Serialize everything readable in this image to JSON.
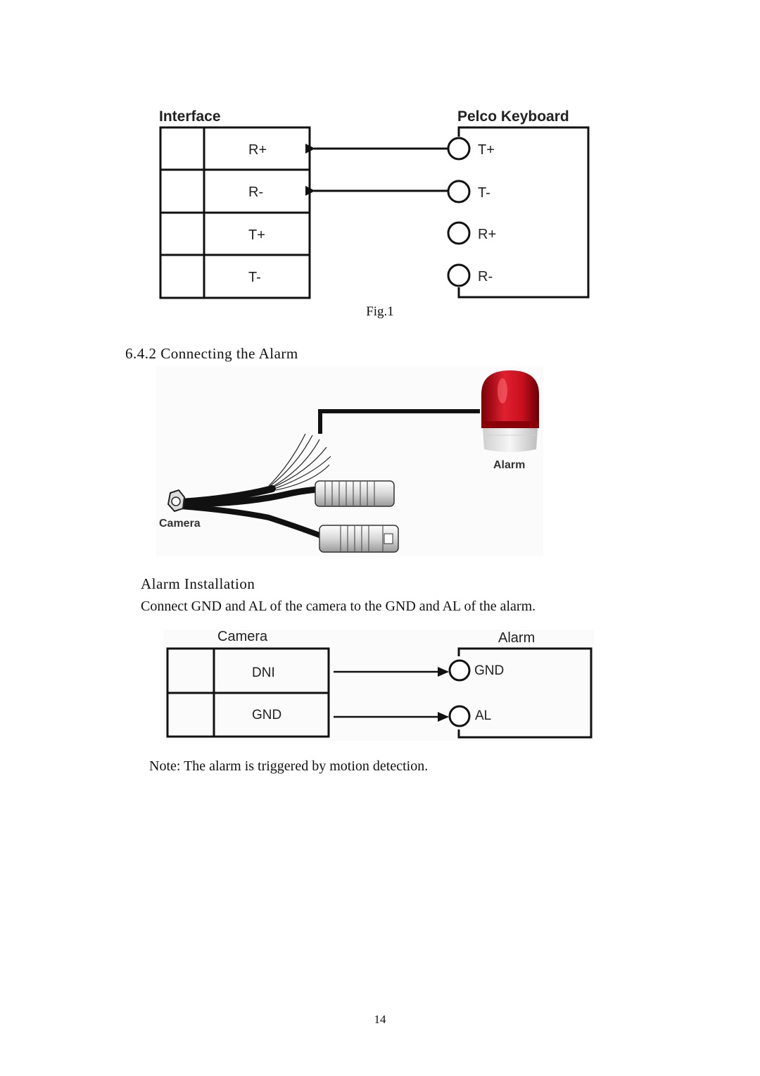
{
  "fig1": {
    "interface_title": "Interface",
    "keyboard_title": "Pelco Keyboard",
    "interface_pins": [
      "R+",
      "R-",
      "T+",
      "T-"
    ],
    "keyboard_pins": [
      "T+",
      "T-",
      "R+",
      "R-"
    ],
    "caption": "Fig.1"
  },
  "section": {
    "heading": "6.4.2 Connecting the Alarm"
  },
  "photo": {
    "alarm_label": "Alarm",
    "camera_label": "Camera"
  },
  "installation": {
    "heading": "Alarm Installation",
    "text": "Connect GND and AL of the camera to the GND and AL of the alarm."
  },
  "fig2": {
    "camera_title": "Camera",
    "alarm_title": "Alarm",
    "camera_pins": [
      "DNI",
      "GND"
    ],
    "alarm_pins": [
      "GND",
      "AL"
    ]
  },
  "note": "Note: The alarm is triggered by motion detection.",
  "page_number": "14",
  "colors": {
    "alarm_red": "#c8101e",
    "alarm_base": "#ececec",
    "line": "#111111"
  }
}
